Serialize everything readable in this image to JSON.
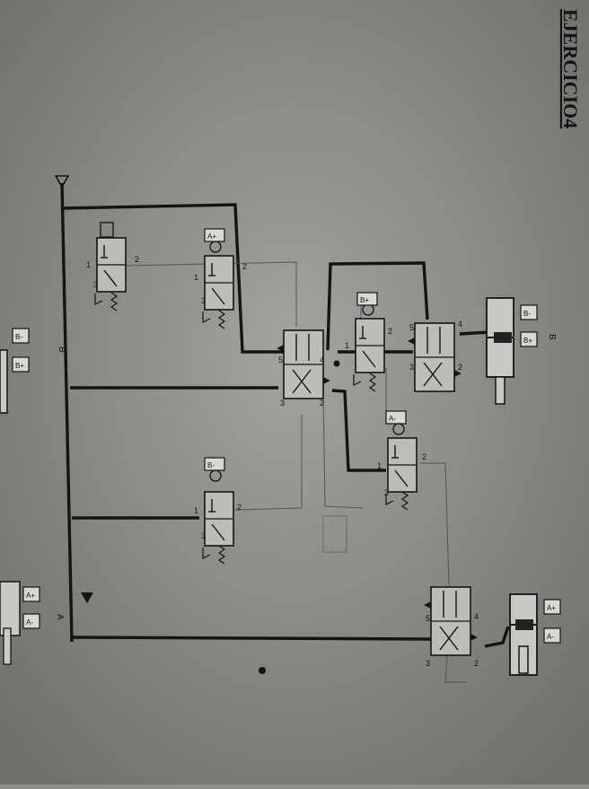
{
  "title": "EJERCICIO4",
  "cylinder_a": {
    "label": "A"
  },
  "cylinder_b": {
    "label": "B"
  },
  "sensors": {
    "a_plus": "A+",
    "a_minus": "A-",
    "b_plus": "B+",
    "b_minus": "B-"
  },
  "ports": {
    "p1": "1",
    "p2": "2",
    "p3": "3",
    "p4": "4",
    "p5": "5"
  },
  "colors": {
    "paper": "#8e8e8b",
    "ink": "#141414",
    "thin_line": "#555555"
  }
}
